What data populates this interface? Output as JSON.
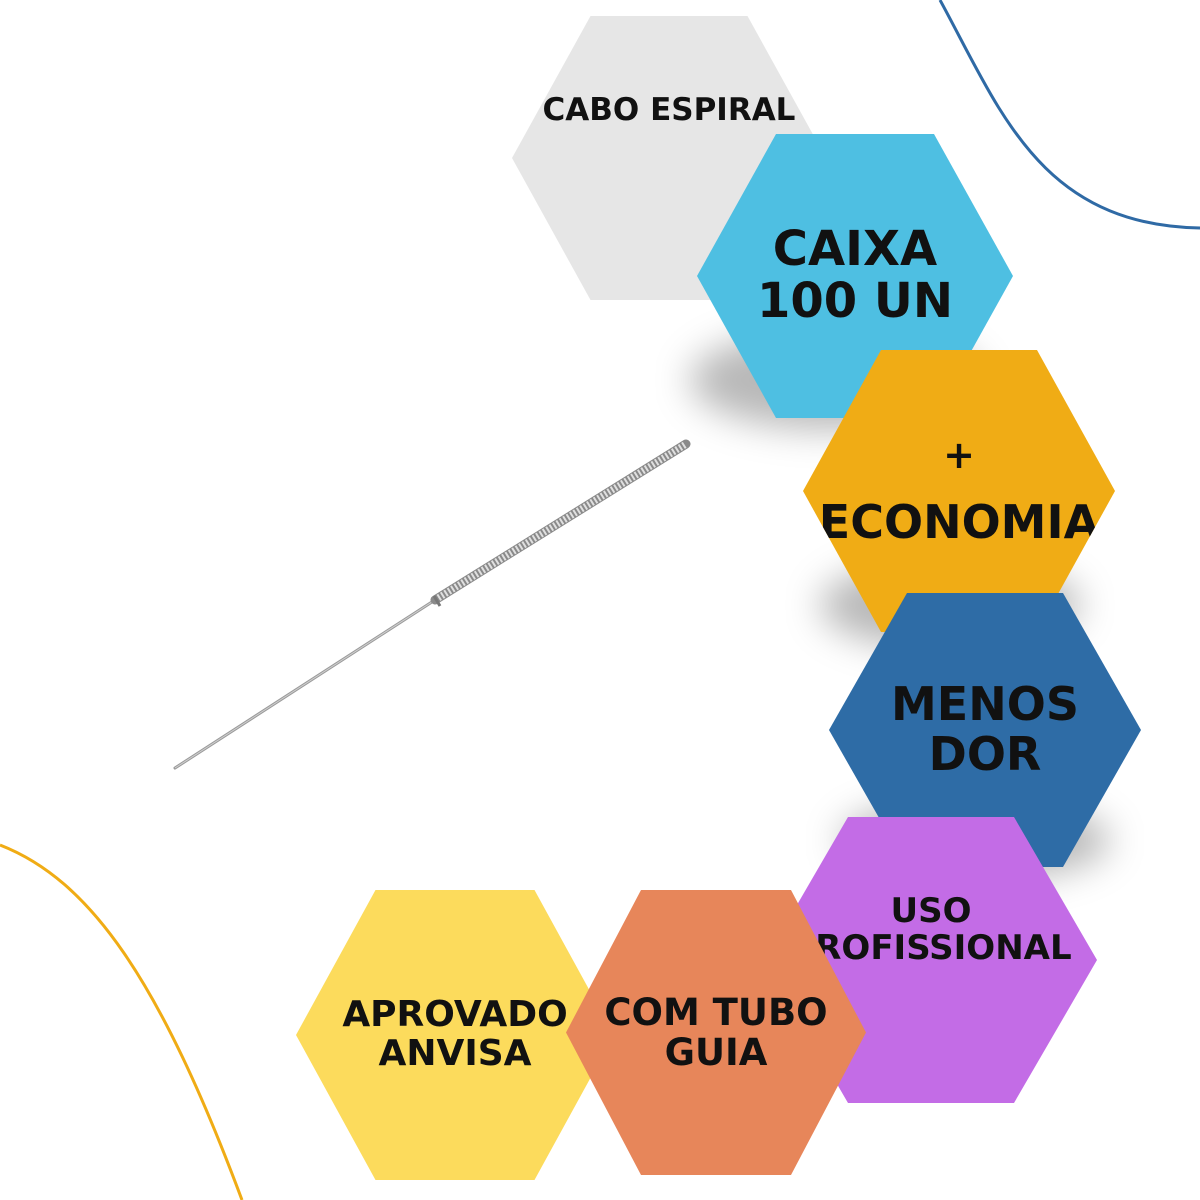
{
  "badges": {
    "cabo": {
      "line1": "CABO ESPIRAL",
      "color": "#e6e6e6"
    },
    "caixa": {
      "line1": "CAIXA",
      "line2": "100 UN",
      "color": "#4ebfe2"
    },
    "economia": {
      "line1": "+",
      "line2": "ECONOMIA",
      "color": "#f0ac15"
    },
    "menos_dor": {
      "line1": "MENOS",
      "line2": "DOR",
      "color": "#2e6ca6"
    },
    "uso": {
      "line1": "USO",
      "line2": "PROFISSIONAL",
      "color": "#c36ce6"
    },
    "tubo": {
      "line1": "COM TUBO",
      "line2": "GUIA",
      "color": "#e7865a"
    },
    "anvisa": {
      "line1": "APROVADO",
      "line2": "ANVISA",
      "color": "#fcdb5c"
    }
  },
  "decor": {
    "top_curve_color": "#2f6aa5",
    "bottom_curve_color": "#f0ac15"
  },
  "product": {
    "name": "acupuncture-needle"
  }
}
